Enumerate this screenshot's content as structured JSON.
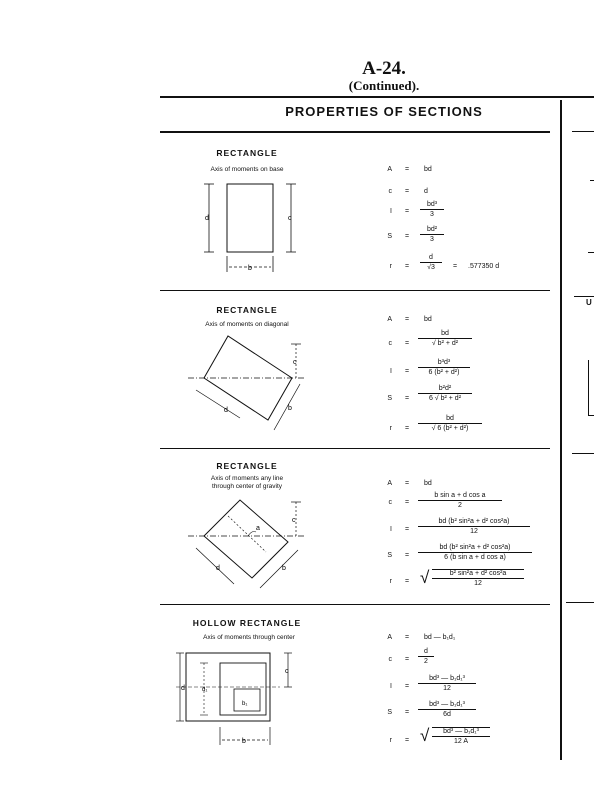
{
  "page_number": "A-24.",
  "continued": "(Continued).",
  "title": "PROPERTIES OF SECTIONS",
  "sections": [
    {
      "name": "RECTANGLE",
      "subtitle": "Axis of moments on base",
      "eq": {
        "A": "bd",
        "c": "d",
        "I_num": "bd³",
        "I_den": "3",
        "S_num": "bd²",
        "S_den": "3",
        "r_num": "d",
        "r_den": "√3",
        "r_val": ".577350 d"
      },
      "fig": {
        "d": "d",
        "c": "c",
        "b": "b"
      }
    },
    {
      "name": "RECTANGLE",
      "subtitle": "Axis of moments on diagonal",
      "eq": {
        "A": "bd",
        "c_num": "bd",
        "c_den": "√ b² + d²",
        "I_num": "b³d³",
        "I_den": "6 (b² + d²)",
        "S_num": "b²d²",
        "S_den": "6 √ b² + d²",
        "r_num": "bd",
        "r_den": "√ 6 (b² + d²)"
      },
      "fig": {
        "c": "c",
        "d": "d",
        "b": "b"
      }
    },
    {
      "name": "RECTANGLE",
      "subtitle_1": "Axis of moments any line",
      "subtitle_2": "through center of gravity",
      "eq": {
        "A": "bd",
        "c_num": "b sin a + d cos a",
        "c_den": "2",
        "I_num": "bd (b² sin²a + d² cos²a)",
        "I_den": "12",
        "S_num": "bd (b² sin²a + d² cos²a)",
        "S_den": "6 (b sin a + d cos a)",
        "r_num": "b² sin²a + d² cos²a",
        "r_den": "12"
      },
      "fig": {
        "c": "c",
        "a": "a",
        "d": "d",
        "b": "b"
      }
    },
    {
      "name": "HOLLOW RECTANGLE",
      "subtitle": "Axis of moments through center",
      "eq": {
        "A": "bd — b₁d₁",
        "c_num": "d",
        "c_den": "2",
        "I_num": "bd³ — b₁d₁³",
        "I_den": "12",
        "S_num": "bd³ — b₁d₁³",
        "S_den": "6d",
        "r_num": "bd³ — b₁d₁³",
        "r_den": "12 A"
      },
      "fig": {
        "d": "d",
        "d1": "d₁",
        "c": "c",
        "b1": "b₁",
        "b": "b"
      }
    }
  ],
  "symbols": {
    "A": "A",
    "c": "c",
    "I": "I",
    "S": "S",
    "r": "r",
    "equals": "=",
    "approx": "="
  }
}
